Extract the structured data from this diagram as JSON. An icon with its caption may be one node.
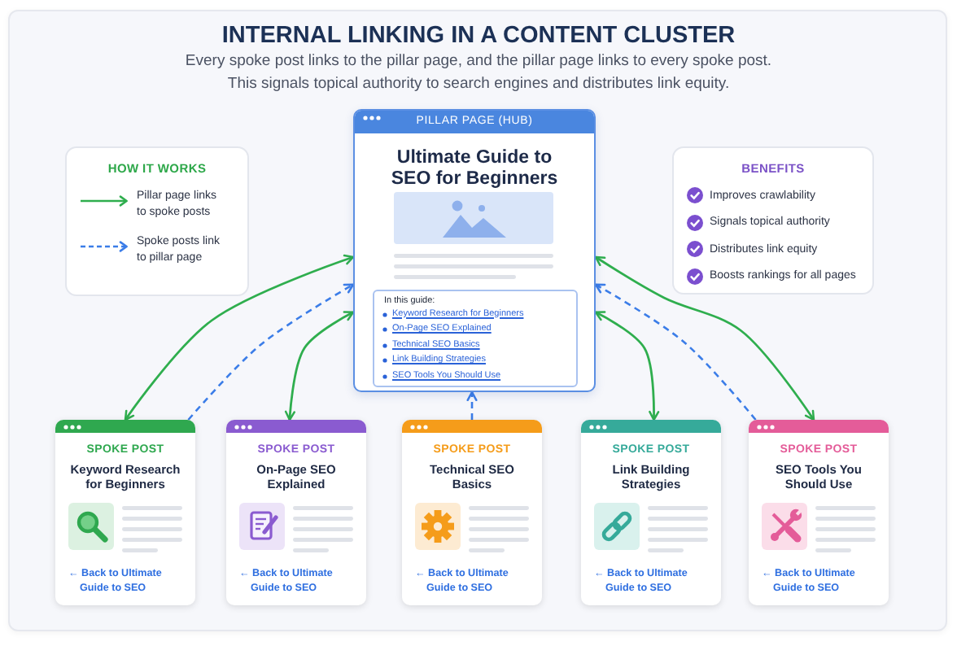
{
  "diagram": {
    "title": "INTERNAL LINKING IN A CONTENT CLUSTER",
    "nodes": [
      {
        "text": [
          "HOW IT WORKS"
        ]
      },
      {
        "text": [
          "PILLAR PAGE (HUB)",
          "Ultimate Guide to SEO for Beginners"
        ]
      },
      {
        "text": [
          "In this guide:",
          "Keyword Research for Beginners",
          "On-Page SEO Explained",
          "Technical SEO Basics",
          "Link Building Strategies",
          "SEO Tools You Should Use"
        ],
        "in": 1
      },
      {
        "text": [
          "BENEFITS",
          "Improves crawlability",
          "Signals topical authority",
          "Distributes link equity",
          "Boosts rankings for all pages"
        ]
      },
      {
        "text": [
          "SPOKE POST",
          "Keyword Research for Beginners",
          "← Back to Ultimate Guide to SEO"
        ]
      },
      {
        "text": [
          "SPOKE POST",
          "On-Page SEO Explained",
          "← Back to Ultimate Guide to SEO"
        ]
      },
      {
        "text": [
          "SPOKE POST",
          "Technical SEO Basics",
          "← Back to Ultimate Guide to SEO"
        ]
      },
      {
        "text": [
          "SPOKE POST",
          "Link Building Strategies",
          "← Back to Ultimate Guide to SEO"
        ]
      },
      {
        "text": [
          "SPOKE POST",
          "SEO Tools You Should Use",
          "← Back to Ultimate Guide to SEO"
        ]
      }
    ],
    "edges": [
      {
        "from": 1,
        "to": 4,
        "arrow": "both"
      },
      {
        "from": 4,
        "to": 1,
        "arrow": "to",
        "style": "dashed",
        "color": "#3b7de8"
      },
      {
        "from": 1,
        "to": 5,
        "arrow": "both"
      },
      {
        "from": 6,
        "to": 1,
        "arrow": "to",
        "style": "dashed",
        "color": "#3b7de8"
      },
      {
        "from": 1,
        "to": 7,
        "arrow": "both"
      },
      {
        "from": 8,
        "to": 1,
        "arrow": "to",
        "style": "dashed",
        "color": "#3b7de8"
      },
      {
        "from": 1,
        "to": 8,
        "arrow": "both"
      }
    ],
    "labels": [
      "Every spoke post links to the pillar page, and the pillar page links to every spoke post.",
      "This signals topical authority to search engines and distributes link equity."
    ],
    "legend": [
      {
        "text": "Pillar page links to spoke posts"
      },
      {
        "text": "Spoke posts link to pillar page"
      }
    ]
  }
}
